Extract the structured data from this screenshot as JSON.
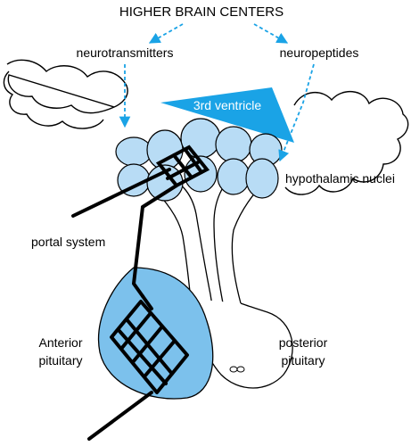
{
  "diagram": {
    "title": "HIGHER BRAIN CENTERS",
    "left_input": "neurotransmitters",
    "right_input": "neuropeptides",
    "ventricle": "3rd ventricle",
    "nuclei": "hypothalamic nuclei",
    "portal": "portal system",
    "anterior_line1": "Anterior",
    "anterior_line2": "pituitary",
    "posterior_line1": "posterior",
    "posterior_line2": "pituitary"
  },
  "colors": {
    "accent_blue": "#1aa3e6",
    "light_blue": "#b8dcf5",
    "gland_blue": "#7cc1ec",
    "outline": "#000000"
  }
}
